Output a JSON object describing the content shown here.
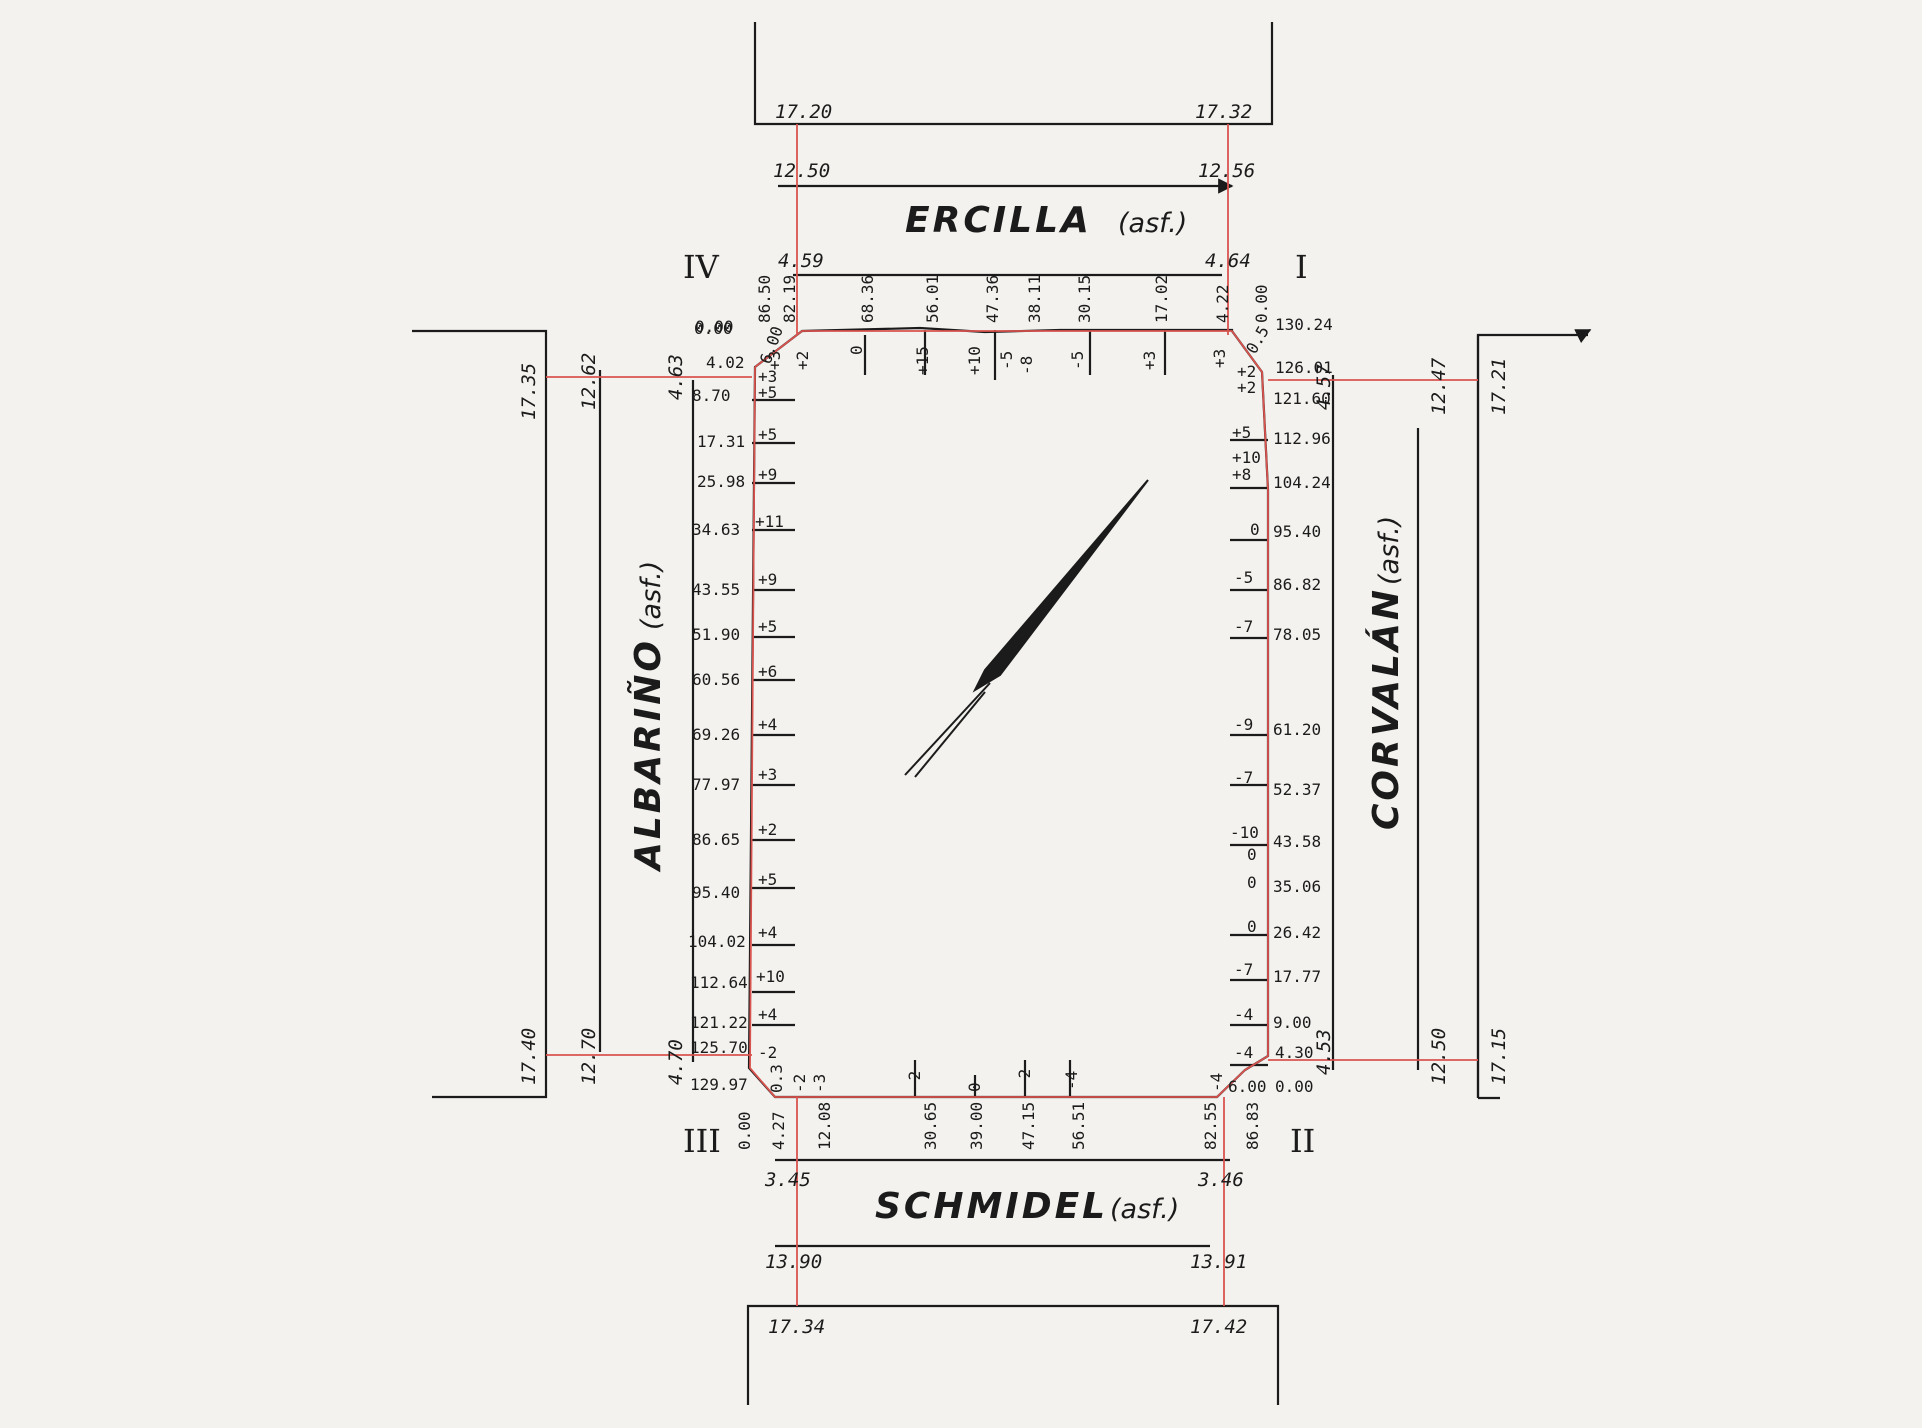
{
  "colors": {
    "paper": "#f3f2ee",
    "ink": "#1b1b1b",
    "survey_red": "#d9534f"
  },
  "streets": {
    "ercilla": {
      "name": "ERCILLA",
      "surface": "(asf.)"
    },
    "schmidel": {
      "name": "SCHMIDEL",
      "surface": "(asf.)"
    },
    "albarino": {
      "name": "ALBARIÑO",
      "surface": "(asf.)"
    },
    "corvalan": {
      "name": "CORVALÁN",
      "surface": "(asf.)"
    }
  },
  "corners": {
    "I": "I",
    "II": "II",
    "III": "III",
    "IV": "IV"
  },
  "levels": {
    "top": {
      "outer_l": "17.20",
      "outer_r": "17.32",
      "mid_l": "12.50",
      "mid_r": "12.56",
      "inner_l": "4.59",
      "inner_r": "4.64"
    },
    "bottom": {
      "inner_l": "3.45",
      "inner_r": "3.46",
      "mid_l": "13.90",
      "mid_r": "13.91",
      "outer_l": "17.34",
      "outer_r": "17.42"
    },
    "left": {
      "outer_t": "17.35",
      "mid_t": "12.62",
      "inner_t": "4.63",
      "outer_b": "17.40",
      "mid_b": "12.70",
      "inner_b": "4.70"
    },
    "right": {
      "inner_t": "4.57",
      "mid_t": "12.47",
      "outer_t": "17.21",
      "inner_b": "4.53",
      "mid_b": "12.50",
      "outer_b": "17.15"
    }
  },
  "top_stations": [
    "0.00",
    "86.50",
    "82.19",
    "68.36",
    "56.01",
    "47.36",
    "38.11",
    "30.15",
    "17.02",
    "4.22",
    "0.00"
  ],
  "top_offsets": [
    "+3",
    "+2",
    "0",
    "+15",
    "+10",
    "-5",
    "-8",
    "-5",
    "+3",
    "+3"
  ],
  "bottom_stations": [
    "0.00",
    "4.27",
    "12.08",
    "30.65",
    "39.00",
    "47.15",
    "56.51",
    "82.55",
    "86.83"
  ],
  "bottom_offsets": [
    "0.3",
    "-2",
    "-3",
    "-2",
    "0",
    "-2",
    "-4",
    "-4",
    "6.00"
  ],
  "left_stations": [
    "0.00",
    "4.02",
    "8.70",
    "17.31",
    "25.98",
    "34.63",
    "43.55",
    "51.90",
    "60.56",
    "69.26",
    "77.97",
    "86.65",
    "95.40",
    "104.02",
    "112.64",
    "121.22",
    "125.70",
    "129.97"
  ],
  "left_offsets": [
    "+3",
    "+5",
    "+5",
    "+9",
    "+11",
    "+9",
    "+5",
    "+6",
    "+4",
    "+3",
    "+2",
    "+5",
    "+4",
    "+10",
    "+4",
    "-2"
  ],
  "right_stations": [
    "130.24",
    "126.01",
    "121.60",
    "112.96",
    "104.24",
    "95.40",
    "86.82",
    "78.05",
    "61.20",
    "52.37",
    "43.58",
    "35.06",
    "26.42",
    "17.77",
    "9.00",
    "4.30",
    "0.00"
  ],
  "right_offsets": [
    "+2",
    "+2",
    "+5",
    "+10",
    "+8",
    "0",
    "-5",
    "-7",
    "-9",
    "-7",
    "-10",
    "0",
    "0",
    "0",
    "-7",
    "-4",
    "-4"
  ],
  "corner_marks": {
    "ne": "0.5",
    "nw": "6.00",
    "top_left_small": "+3"
  }
}
